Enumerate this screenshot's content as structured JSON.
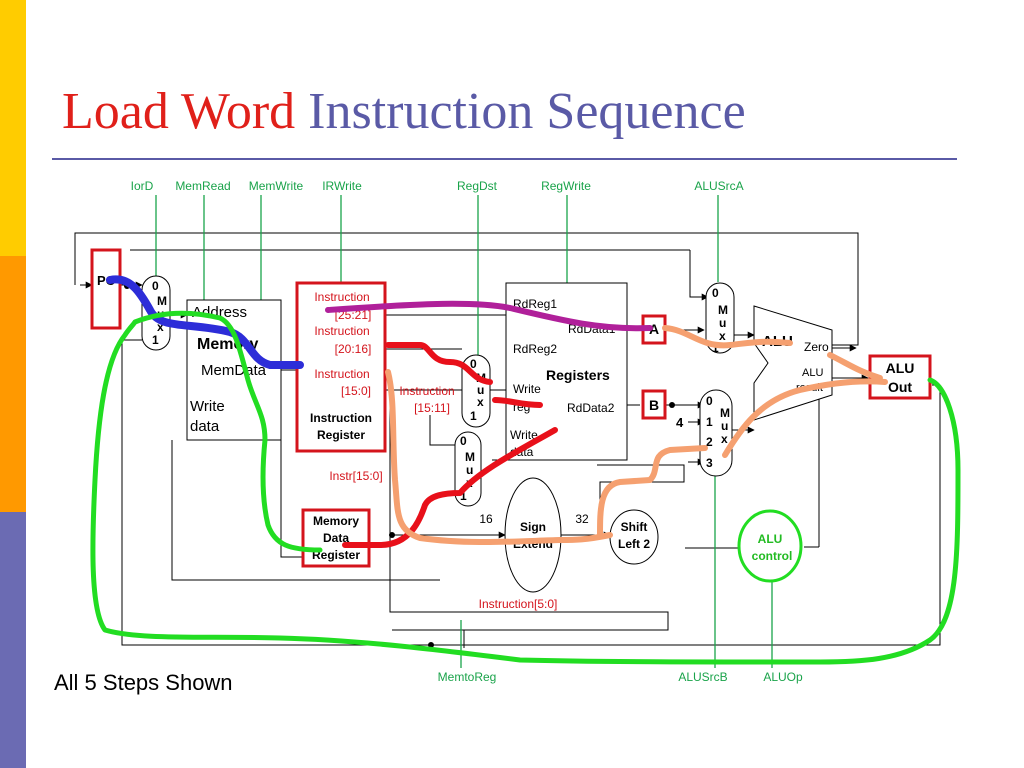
{
  "colors": {
    "stripe_top": "#ffcc00",
    "stripe_middle": "#ff9900",
    "stripe_bottom": "#6b6bb3",
    "title_red": "#e0201a",
    "title_blue": "#5a5aa6",
    "signal_green": "#1aa34a",
    "path_red": "#e8101a",
    "path_blue": "#2d2dd8",
    "path_magenta": "#b0209a",
    "path_orange": "#f5a070",
    "path_green": "#22dd22"
  },
  "title": {
    "part1": "Load Word",
    "part2": "Instruction Sequence"
  },
  "footer": "All 5 Steps Shown",
  "control_signals": {
    "iord": "IorD",
    "memread": "MemRead",
    "memwrite": "MemWrite",
    "irwrite": "IRWrite",
    "regdst": "RegDst",
    "regwrite": "RegWrite",
    "alusrca": "ALUSrcA",
    "memtoreg": "MemtoReg",
    "alusrcb": "ALUSrcB",
    "aluop": "ALUOp"
  },
  "pc": "PC",
  "memory": {
    "address": "Address",
    "title": "Memory",
    "memdata": "MemData",
    "write1": "Write",
    "write2": "data"
  },
  "ir": {
    "f1a": "Instruction",
    "f1b": "[25:21]",
    "f2a": "Instruction",
    "f2b": "[20:16]",
    "f3a": "Instruction",
    "f3b": "[15:0]",
    "name1": "Instruction",
    "name2": "Register"
  },
  "ir_side": {
    "f4a": "Instruction",
    "f4b": "[15:11]",
    "instr15_0": "Instr[15:0]"
  },
  "mdr": {
    "l1": "Memory",
    "l2": "Data",
    "l3": "Register"
  },
  "registers": {
    "rdreg1": "RdReg1",
    "rdreg2": "RdReg2",
    "title": "Registers",
    "writereg1": "Write",
    "writereg2": "reg",
    "rddata1": "RdData1",
    "rddata2": "RdData2",
    "writedata1": "Write",
    "writedata2": "data"
  },
  "mux": {
    "zero": "0",
    "one": "1",
    "two": "2",
    "three": "3",
    "m": "M",
    "u": "u",
    "x": "x"
  },
  "reg_a": "A",
  "reg_b": "B",
  "four": "4",
  "alu": {
    "name": "ALU",
    "zero": "Zero",
    "result1": "ALU",
    "result2": "result"
  },
  "aluout": {
    "l1": "ALU",
    "l2": "Out"
  },
  "sign_extend": {
    "l1": "Sign",
    "l2": "Extend",
    "in_bits": "16",
    "out_bits": "32"
  },
  "shift_left": {
    "l1": "Shift",
    "l2": "Left 2"
  },
  "alu_control": {
    "l1": "ALU",
    "l2": "control"
  },
  "instr5_0": "Instruction[5:0]"
}
